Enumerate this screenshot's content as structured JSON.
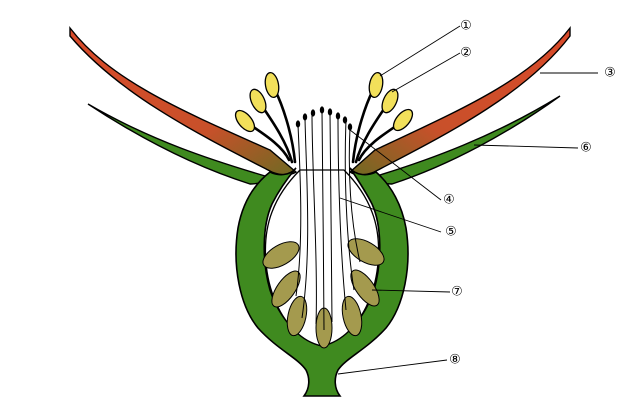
{
  "diagram": {
    "labels": [
      {
        "id": "1",
        "text": "①"
      },
      {
        "id": "2",
        "text": "②"
      },
      {
        "id": "3",
        "text": "③"
      },
      {
        "id": "4",
        "text": "④"
      },
      {
        "id": "5",
        "text": "⑤"
      },
      {
        "id": "6",
        "text": "⑥"
      },
      {
        "id": "7",
        "text": "⑦"
      },
      {
        "id": "8",
        "text": "⑧"
      }
    ],
    "colors": {
      "receptacle": "#3f8a1f",
      "petal_tip": "#d94a2a",
      "petal_base": "#8a5a2a",
      "sepal": "#3f8a1f",
      "anther": "#f2e05a",
      "ovule": "#a49a4e",
      "outline": "#000000",
      "background": "#ffffff"
    }
  }
}
